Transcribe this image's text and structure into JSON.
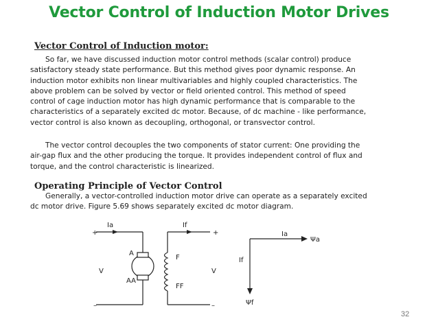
{
  "slide": {
    "title": "Vector Control of Induction Motor Drives",
    "page_number": "32"
  },
  "section_heading": "Vector Control of Induction motor:",
  "paragraph1": [
    "So far, we have discussed induction motor control methods (scalar control) produce",
    "satisfactory steady state performance.  But this method gives poor dynamic response.  An",
    "induction motor exhibits non linear multivariables and highly coupled characteristics. The",
    "above problem can be solved by vector or field oriented control.  This method of speed",
    "control of cage induction motor has high dynamic performance that is comparable to the",
    "characteristics of a separately excited dc motor.  Because, of dc machine - like performance,",
    "vector control is also known as decoupling, orthogonal, or transvector control."
  ],
  "paragraph2": [
    "The vector control decouples the two components of stator current: One providing the",
    "air-gap flux and the other producing the torque.  It provides independent control of flux and",
    "torque, and the control characteristic is linearized."
  ],
  "subheading": "Operating Principle of Vector Control",
  "paragraph3": [
    "Generally, a vector-controlled induction motor drive can operate as a separately excited",
    "dc motor drive.  Figure 5.69 shows separately excited dc motor diagram."
  ],
  "diagram": {
    "armature_current": "Ia",
    "field_current": "If",
    "plus_left": "+",
    "plus_right": "+",
    "minus_left": "–",
    "minus_right": "–",
    "voltage_left": "V",
    "voltage_right": "V",
    "terminal_a": "A",
    "terminal_aa": "AA",
    "terminal_f": "F",
    "terminal_ff": "FF",
    "vector_ia": "Ia",
    "vector_psi_a": "Ψa",
    "vector_if": "If",
    "vector_psi_f": "Ψf"
  }
}
